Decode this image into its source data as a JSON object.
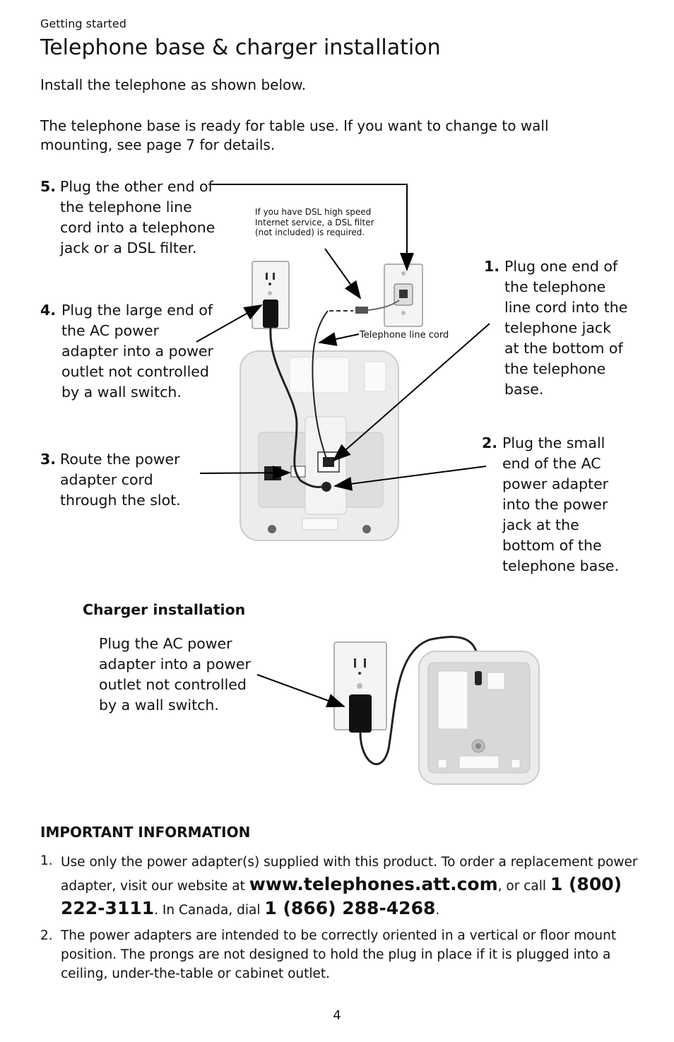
{
  "header": {
    "section": "Getting started",
    "title": "Telephone base & charger installation"
  },
  "intro": {
    "line1": "Install the telephone as shown below.",
    "line2": "The telephone base is ready for table use. If you want to change to wall mounting, see page 7 for details."
  },
  "steps": [
    {
      "num": "1.",
      "text": "Plug one end of the telephone line cord into the telephone jack at the bottom of the telephone base."
    },
    {
      "num": "2.",
      "text": "Plug the small end of the AC power adapter into the power jack at the bottom of the telephone base."
    },
    {
      "num": "3.",
      "text": "Route the power adapter cord through the slot."
    },
    {
      "num": "4.",
      "text": "Plug the large end of the AC power adapter into a power outlet not controlled by a wall switch."
    },
    {
      "num": "5.",
      "text": "Plug the other end of the telephone line cord into a telephone jack or a DSL filter."
    }
  ],
  "diagram": {
    "dsl_note": "If you have DSL high speed Internet service, a DSL filter (not included) is required.",
    "line_cord_label": "Telephone line cord"
  },
  "charger": {
    "heading": "Charger installation",
    "text": "Plug the AC power adapter into a power outlet not controlled by a wall switch."
  },
  "important": {
    "heading": "IMPORTANT INFORMATION",
    "item1": {
      "num": "1.",
      "part1": "Use only the power adapter(s) supplied with this product. To order a replacement power adapter, visit our website at ",
      "website": "www.telephones.att.com",
      "part2": ", or call ",
      "phone_us": "1 (800) 222-3111",
      "part3": ". In Canada, dial ",
      "phone_ca": "1 (866) 288-4268",
      "part4": "."
    },
    "item2": {
      "num": "2.",
      "text": "The power adapters are intended to be correctly oriented in a vertical or floor mount position. The prongs are not designed to hold the plug in place if it is plugged into a ceiling, under-the-table or cabinet outlet."
    }
  },
  "page_number": "4"
}
